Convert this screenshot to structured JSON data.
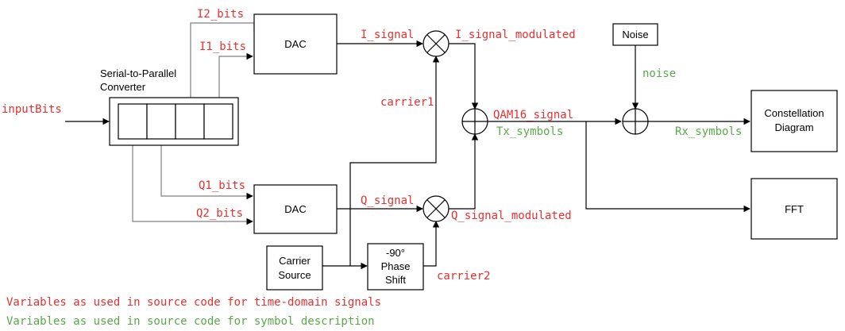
{
  "blocks": {
    "serial_to_parallel": "Serial-to-Parallel",
    "converter": "Converter",
    "dac_top": "DAC",
    "dac_bottom": "DAC",
    "noise": "Noise",
    "constellation_line1": "Constellation",
    "constellation_line2": "Diagram",
    "fft": "FFT",
    "carrier_line1": "Carrier",
    "carrier_line2": "Source",
    "phase_line1": "-90°",
    "phase_line2": "Phase",
    "phase_line3": "Shift"
  },
  "signals": {
    "input_bits": "inputBits",
    "i2_bits": "I2_bits",
    "i1_bits": "I1_bits",
    "q1_bits": "Q1_bits",
    "q2_bits": "Q2_bits",
    "i_signal": "I_signal",
    "i_signal_modulated": "I_signal_modulated",
    "q_signal": "Q_signal",
    "q_signal_modulated": "Q_signal_modulated",
    "carrier1": "carrier1",
    "carrier2": "carrier2",
    "qam16_signal": "QAM16_signal",
    "tx_symbols": "Tx_symbols",
    "rx_symbols": "Rx_symbols",
    "noise": "noise"
  },
  "legend": {
    "red_text": "Variables as used in source code for time-domain signals",
    "green_text": "Variables as used in source code for symbol description"
  },
  "colors": {
    "red": "#e53030",
    "green": "#5aa84a",
    "wire": "#000000",
    "wire_gray": "#808080"
  }
}
